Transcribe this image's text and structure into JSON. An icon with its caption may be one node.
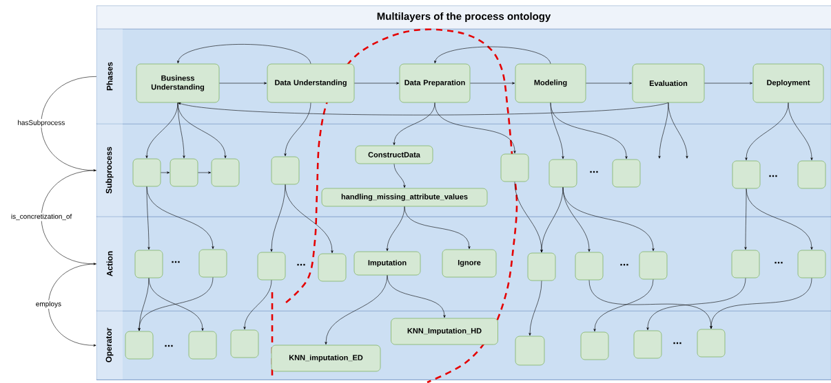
{
  "diagram": {
    "nodes": [
      {
        "text": [
          "Multilayers of the process ontology"
        ]
      },
      {
        "text": [
          "Phases"
        ],
        "in": 0
      },
      {
        "text": [
          "Subprocess"
        ],
        "in": 0
      },
      {
        "text": [
          "Action"
        ],
        "in": 0
      },
      {
        "text": [
          "Operator"
        ],
        "in": 0
      },
      {
        "text": [
          "Business Understanding"
        ],
        "in": 1
      },
      {
        "text": [
          "Data Understanding"
        ],
        "in": 1
      },
      {
        "text": [
          "Data Preparation"
        ],
        "in": 1
      },
      {
        "text": [
          "Modeling"
        ],
        "in": 1
      },
      {
        "text": [
          "Evaluation"
        ],
        "in": 1
      },
      {
        "text": [
          "Deployment"
        ],
        "in": 1
      },
      {
        "text": [],
        "shape": "box",
        "in": 2
      },
      {
        "text": [],
        "shape": "box",
        "in": 2
      },
      {
        "text": [],
        "shape": "box",
        "in": 2
      },
      {
        "text": [],
        "shape": "box",
        "in": 2
      },
      {
        "text": [
          "ConstructData"
        ],
        "in": 2
      },
      {
        "text": [
          "handling_missing_attribute_values"
        ],
        "in": 2
      },
      {
        "text": [],
        "shape": "box",
        "in": 2
      },
      {
        "text": [],
        "shape": "box",
        "in": 2
      },
      {
        "text": [],
        "shape": "box",
        "in": 2
      },
      {
        "text": [],
        "shape": "box",
        "in": 2
      },
      {
        "text": [],
        "shape": "box",
        "in": 2
      },
      {
        "text": [],
        "shape": "box",
        "in": 3
      },
      {
        "text": [],
        "shape": "box",
        "in": 3
      },
      {
        "text": [],
        "shape": "box",
        "in": 3
      },
      {
        "text": [],
        "shape": "box",
        "in": 3
      },
      {
        "text": [
          "Imputation"
        ],
        "in": 3
      },
      {
        "text": [
          "Ignore"
        ],
        "in": 3
      },
      {
        "text": [],
        "shape": "box",
        "in": 3
      },
      {
        "text": [],
        "shape": "box",
        "in": 3
      },
      {
        "text": [],
        "shape": "box",
        "in": 3
      },
      {
        "text": [],
        "shape": "box",
        "in": 3
      },
      {
        "text": [],
        "shape": "box",
        "in": 3
      },
      {
        "text": [],
        "shape": "box",
        "in": 4
      },
      {
        "text": [],
        "shape": "box",
        "in": 4
      },
      {
        "text": [],
        "shape": "box",
        "in": 4
      },
      {
        "text": [
          "KNN_imputation_ED"
        ],
        "in": 4
      },
      {
        "text": [
          "KNN_Imputation_HD"
        ],
        "in": 4
      },
      {
        "text": [],
        "shape": "box",
        "in": 4
      },
      {
        "text": [],
        "shape": "box",
        "in": 4
      },
      {
        "text": [],
        "shape": "box",
        "in": 4
      },
      {
        "text": [],
        "shape": "box",
        "in": 4
      }
    ],
    "edges": [
      {
        "from": 5,
        "to": 6,
        "arrow": "to"
      },
      {
        "from": 6,
        "to": 7,
        "arrow": "to"
      },
      {
        "from": 7,
        "to": 8,
        "arrow": "to"
      },
      {
        "from": 8,
        "to": 9,
        "arrow": "to"
      },
      {
        "from": 9,
        "to": 10,
        "arrow": "to"
      },
      {
        "from": 6,
        "to": 5,
        "arrow": "to"
      },
      {
        "from": 8,
        "to": 7,
        "arrow": "to"
      },
      {
        "from": 9,
        "to": 5,
        "arrow": "to"
      },
      {
        "from": 1,
        "to": 2,
        "arrow": "to",
        "label": "hasSubprocess"
      },
      {
        "from": 2,
        "to": 3,
        "arrow": "to",
        "label": "is_concretization_of"
      },
      {
        "from": 3,
        "to": 4,
        "arrow": "to",
        "label": "employs"
      },
      {
        "from": 5,
        "to": 11,
        "arrow": "to"
      },
      {
        "from": 5,
        "to": 12,
        "arrow": "to"
      },
      {
        "from": 5,
        "to": 13,
        "arrow": "to"
      },
      {
        "from": 11,
        "to": 12,
        "arrow": "to"
      },
      {
        "from": 12,
        "to": 13,
        "arrow": "to"
      },
      {
        "from": 6,
        "to": 14,
        "arrow": "to"
      },
      {
        "from": 7,
        "to": 15,
        "arrow": "to"
      },
      {
        "from": 7,
        "to": 17,
        "arrow": "to"
      },
      {
        "from": 15,
        "to": 16,
        "arrow": "to"
      },
      {
        "from": 8,
        "to": 18,
        "arrow": "to"
      },
      {
        "from": 8,
        "to": 19,
        "arrow": "to"
      },
      {
        "from": 9,
        "to": null,
        "arrow": "to"
      },
      {
        "from": 9,
        "to": null,
        "arrow": "to"
      },
      {
        "from": 10,
        "to": 20,
        "arrow": "to"
      },
      {
        "from": 10,
        "to": 21,
        "arrow": "to"
      },
      {
        "from": 11,
        "to": 22,
        "arrow": "to"
      },
      {
        "from": 11,
        "to": 23,
        "arrow": "to"
      },
      {
        "from": 14,
        "to": 24,
        "arrow": "to"
      },
      {
        "from": 14,
        "to": 25,
        "arrow": "to"
      },
      {
        "from": 16,
        "to": 26,
        "arrow": "to"
      },
      {
        "from": 16,
        "to": 27,
        "arrow": "to"
      },
      {
        "from": 17,
        "to": 28,
        "arrow": "to"
      },
      {
        "from": 18,
        "to": 28,
        "arrow": "to"
      },
      {
        "from": 18,
        "to": 29,
        "arrow": "to"
      },
      {
        "from": 18,
        "to": 30,
        "arrow": "to"
      },
      {
        "from": 20,
        "to": 31,
        "arrow": "to"
      },
      {
        "from": 20,
        "to": 32,
        "arrow": "to"
      },
      {
        "from": 22,
        "to": 33,
        "arrow": "to"
      },
      {
        "from": 22,
        "to": 34,
        "arrow": "to"
      },
      {
        "from": 23,
        "to": 33,
        "arrow": "to"
      },
      {
        "from": 24,
        "to": 35,
        "arrow": "to"
      },
      {
        "from": 26,
        "to": 36,
        "arrow": "to"
      },
      {
        "from": 26,
        "to": 37,
        "arrow": "to"
      },
      {
        "from": 28,
        "to": 38,
        "arrow": "to"
      },
      {
        "from": 29,
        "to": 41,
        "arrow": "to"
      },
      {
        "from": 30,
        "to": 39,
        "arrow": "to"
      },
      {
        "from": 31,
        "to": 40,
        "arrow": "to"
      },
      {
        "from": 32,
        "to": 41,
        "arrow": "to"
      }
    ],
    "labels": [
      "...",
      "...",
      "...",
      "...",
      "...",
      "...",
      "...",
      "..."
    ]
  }
}
